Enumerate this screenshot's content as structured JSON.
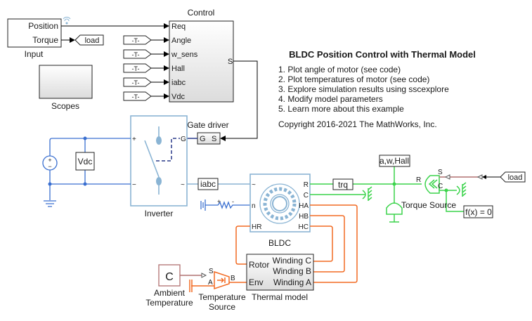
{
  "title": "BLDC Position Control with Thermal Model",
  "notes": [
    "1. Plot angle of motor (see code)",
    "2. Plot temperatures of motor (see code)",
    "3. Explore simulation results using sscexplore",
    "4. Modify model parameters",
    "5. Learn more about this example"
  ],
  "copyright": "Copyright 2016-2021 The MathWorks, Inc.",
  "blocks": {
    "input": {
      "label": "Input",
      "ports": [
        "Position",
        "Torque"
      ]
    },
    "load_tag": "load",
    "scopes": "Scopes",
    "control": {
      "label": "Control",
      "inputs": [
        "Req",
        "Angle",
        "w_sens",
        "Hall",
        "iabc",
        "Vdc"
      ],
      "output": "S",
      "from_tag": "-T-"
    },
    "gate_driver": {
      "label": "Gate driver",
      "ports": [
        "G",
        "S"
      ]
    },
    "inverter": {
      "label": "Inverter",
      "ports": [
        "+",
        "−",
        "G",
        "~"
      ]
    },
    "vdc": "Vdc",
    "iabc": "iabc",
    "bldc": {
      "label": "BLDC",
      "left_ports": [
        "~",
        "n",
        "HR"
      ],
      "right_ports": [
        "R",
        "C",
        "HA",
        "HB",
        "HC"
      ]
    },
    "trq": "trq",
    "sensor": "a,w,Hall",
    "torque_source": {
      "label": "Torque Source",
      "ports": [
        "R",
        "S",
        "C"
      ]
    },
    "solver": "f(x) = 0",
    "load_from": "load",
    "thermal_model": {
      "label": "Thermal model",
      "left_ports": [
        "Rotor",
        "Env"
      ],
      "right_ports": [
        "Winding C",
        "Winding B",
        "Winding A"
      ]
    },
    "ambient": {
      "label_line1": "Ambient",
      "label_line2": "Temperature",
      "glyph": "C"
    },
    "temp_source": {
      "label_line1": "Temperature",
      "label_line2": "Source",
      "ports": [
        "S",
        "A",
        "B"
      ]
    }
  },
  "colors": {
    "electrical": "#3a6fd0",
    "mechanical": "#3cd44c",
    "thermal": "#f26a22",
    "physical_signal": "#b07070",
    "block_border": "#8ab4d4"
  }
}
